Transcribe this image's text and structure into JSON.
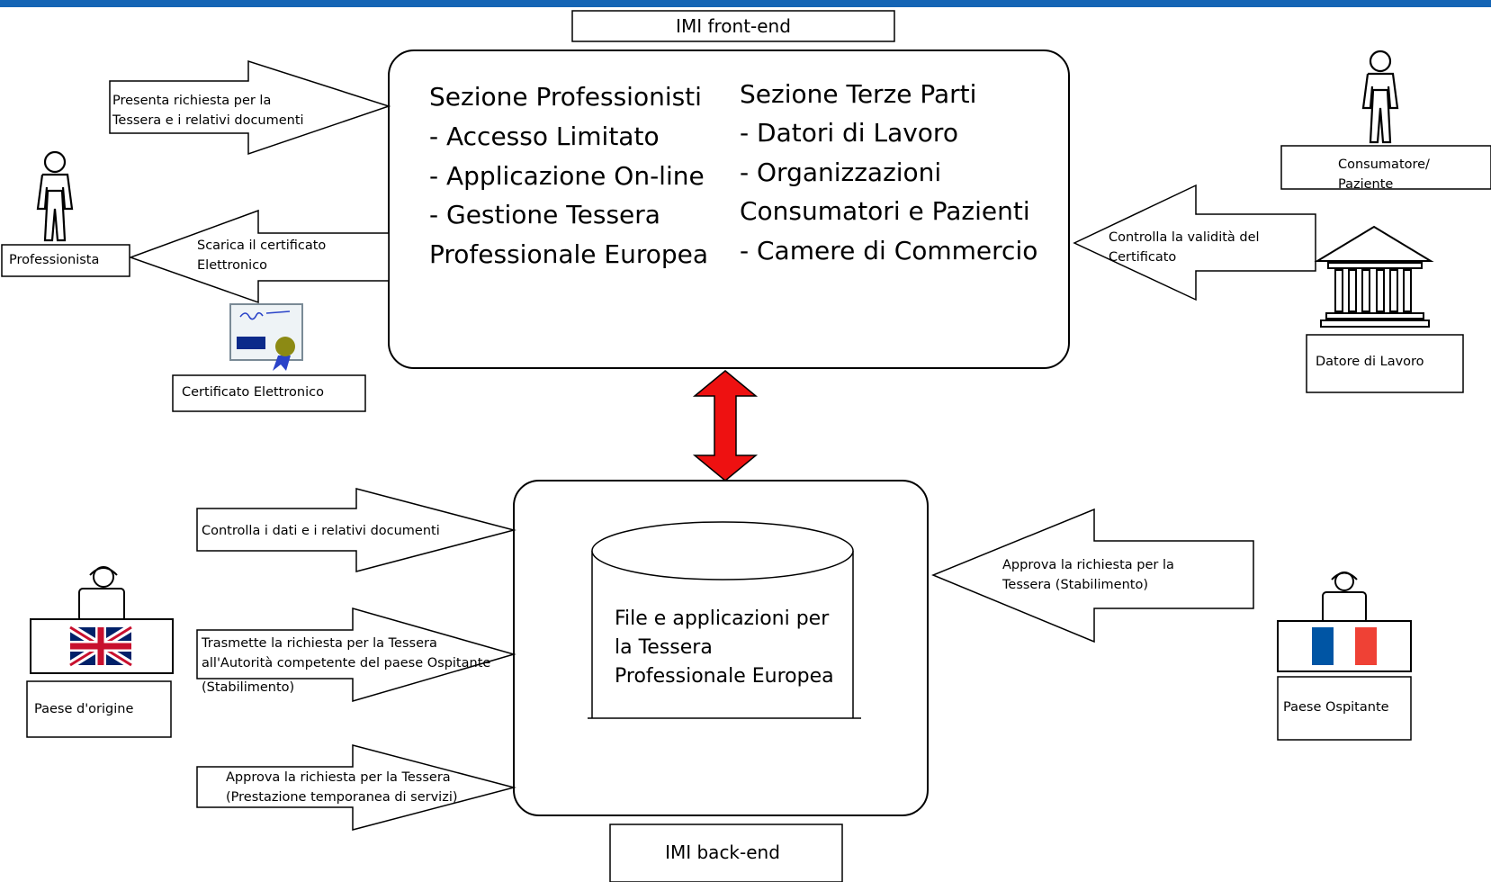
{
  "colors": {
    "top_band": "#1565b5",
    "link_arrow": "#ee1111",
    "uk_blue": "#012169",
    "uk_red": "#c8102e",
    "fr_blue": "#0055a4",
    "fr_red": "#ef4135",
    "seal": "#8c8a14",
    "ribbon": "#2a43c8"
  },
  "front_end": {
    "label": "IMI front-end",
    "left_section": [
      "Sezione Professionisti",
      "- Accesso Limitato",
      "- Applicazione On-line",
      "- Gestione Tessera",
      "Professionale Europea"
    ],
    "right_section": [
      "Sezione Terze Parti",
      "- Datori di Lavoro",
      "- Organizzazioni",
      "Consumatori e Pazienti",
      "- Camere di Commercio"
    ]
  },
  "back_end": {
    "label": "IMI back-end",
    "database": [
      "File e applicazioni per",
      "la Tessera",
      "Professionale Europea"
    ]
  },
  "actors": {
    "professionista": "Professionista",
    "certificato": "Certificato Elettronico",
    "consumatore": [
      "Consumatore/",
      "Paziente"
    ],
    "datore": "Datore di Lavoro",
    "paese_origine": "Paese d'origine",
    "paese_ospitante": "Paese Ospitante"
  },
  "arrows": {
    "presenta": [
      "Presenta richiesta per la",
      "Tessera e i relativi documenti"
    ],
    "scarica": [
      "Scarica il certificato",
      "Elettronico"
    ],
    "controlla_validita": [
      "Controlla la validità del",
      "Certificato"
    ],
    "controlla_dati": [
      "Controlla i dati e i relativi documenti"
    ],
    "trasmette": [
      "Trasmette la richiesta per la Tessera",
      "all'Autorità competente del paese Ospitante",
      "(Stabilimento)"
    ],
    "approva_temporanea": [
      "Approva la richiesta per la Tessera",
      "(Prestazione temporanea di servizi)"
    ],
    "approva_stabilimento": [
      "Approva la richiesta per la",
      "Tessera (Stabilimento)"
    ]
  }
}
